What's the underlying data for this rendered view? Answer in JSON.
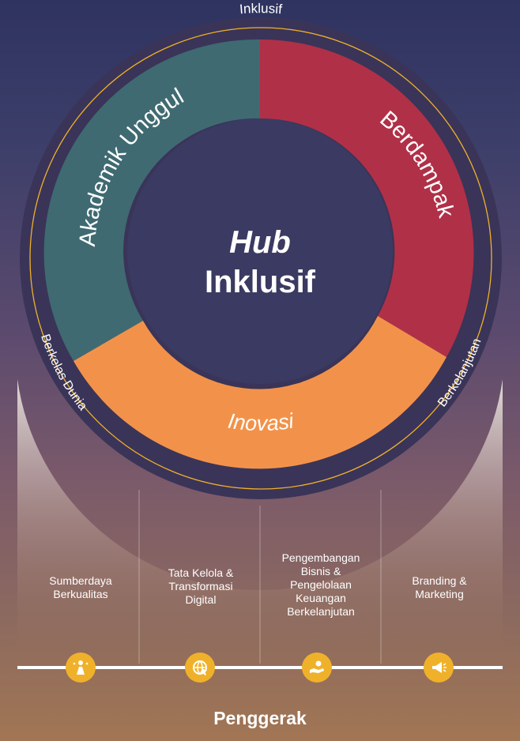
{
  "diagram": {
    "outer_top_label": "Inklusif",
    "outer_left_label": "Berkelas Dunia",
    "outer_right_label": "Berkelanjutan",
    "center_title_line1": "Hub",
    "center_title_line2": "Inklusif",
    "segments": [
      {
        "label": "Akademik Unggul",
        "color": "#3f6a72"
      },
      {
        "label": "Berdampak",
        "color": "#b03048"
      },
      {
        "label": "Inovasi",
        "color": "#f2924a"
      }
    ]
  },
  "pillars": [
    {
      "label": "Sumberdaya\nBerkualitas",
      "icon": "person-star-icon"
    },
    {
      "label": "Tata Kelola &\nTransformasi\nDigital",
      "icon": "globe-cursor-icon"
    },
    {
      "label": "Pengembangan\nBisnis &\nPengelolaan\nKeuangan\nBerkelanjutan",
      "icon": "hand-money-icon"
    },
    {
      "label": "Branding &\nMarketing",
      "icon": "megaphone-icon"
    }
  ],
  "footer": {
    "title": "Penggerak"
  },
  "colors": {
    "accent_gold": "#f0b12a",
    "ring_dark": "#3a3458",
    "center": "#3b3a62"
  }
}
